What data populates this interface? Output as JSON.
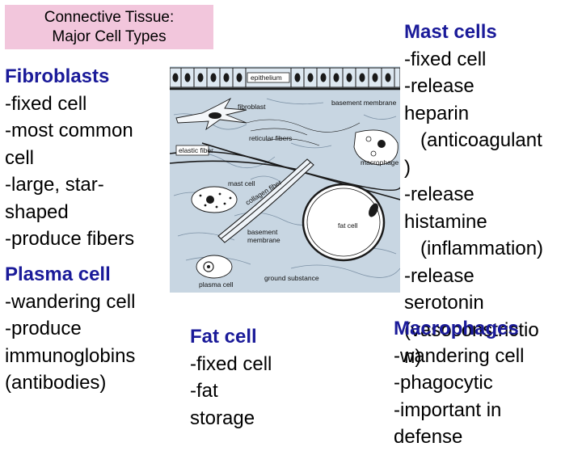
{
  "title": {
    "line1": "Connective Tissue:",
    "line2": "Major Cell Types"
  },
  "fibroblasts": {
    "heading": "Fibroblasts",
    "lines": [
      "-fixed cell",
      "-most common",
      "cell",
      "-large, star-",
      "shaped",
      "-produce fibers"
    ]
  },
  "plasma": {
    "heading": "Plasma cell",
    "lines": [
      "-wandering cell",
      "-produce",
      "immunoglobins",
      "(antibodies)"
    ]
  },
  "fat": {
    "heading": "Fat cell",
    "lines": [
      "-fixed cell",
      "-fat",
      "storage"
    ]
  },
  "mast": {
    "heading": "Mast cells",
    "lines": [
      "-fixed cell",
      "-release",
      "heparin",
      "(anticoagulant",
      ")",
      "-release",
      "histamine",
      "(inflammation)",
      "-release",
      "serotonin",
      "(vasoconstrictio",
      "n)"
    ]
  },
  "macrophages": {
    "heading": "Macrophages",
    "lines": [
      "-wandering cell",
      "-phagocytic",
      "-important in",
      "defense"
    ]
  },
  "diagram_labels": {
    "epithelium": "epithelium",
    "fibroblast": "fibroblast",
    "basement_membrane_top": "basement membrane",
    "reticular_fibers": "reticular fibers",
    "elastic_fiber": "elastic fiber",
    "macrophage": "macrophage",
    "mast_cell": "mast cell",
    "collagen_fiber": "collagen fiber",
    "fat_cell": "fat cell",
    "basement_membrane_bottom_1": "basement",
    "basement_membrane_bottom_2": "membrane",
    "plasma_cell": "plasma cell",
    "ground_substance": "ground substance"
  },
  "colors": {
    "title_bg": "#f2c6dc",
    "heading": "#1a1a99",
    "diagram_bg": "#c8d6e2",
    "diagram_line": "#1a1a1a"
  }
}
